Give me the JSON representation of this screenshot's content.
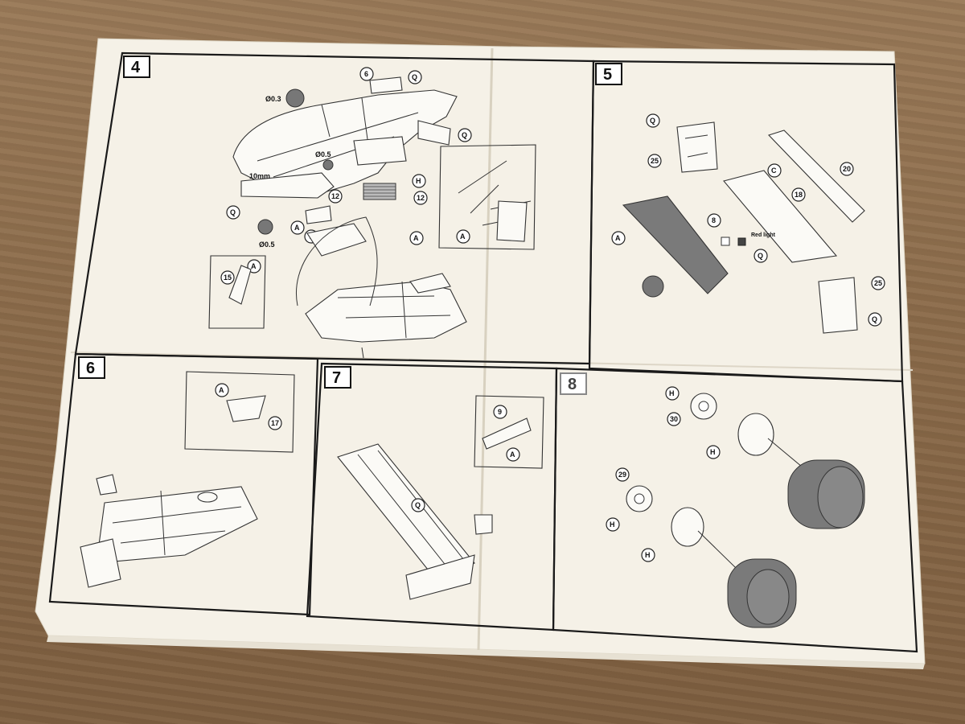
{
  "steps": [
    {
      "number": "4"
    },
    {
      "number": "5"
    },
    {
      "number": "6"
    },
    {
      "number": "7"
    },
    {
      "number": "8"
    }
  ],
  "step4": {
    "drill_a": "Ø0.3",
    "drill_b": "Ø0.5",
    "drill_c": "Ø0.5",
    "measure": "10mm",
    "callouts": [
      "6",
      "Q",
      "Q",
      "H",
      "12",
      "12",
      "Q",
      "A",
      "7",
      "A",
      "15",
      "A",
      "A"
    ]
  },
  "step5": {
    "callouts": [
      "Q",
      "25",
      "C",
      "18",
      "20",
      "8",
      "A",
      "Q",
      "25",
      "Q"
    ],
    "note": "Red light"
  },
  "step6": {
    "callouts": [
      "A",
      "17"
    ]
  },
  "step7": {
    "callouts": [
      "9",
      "A",
      "Q"
    ]
  },
  "step8": {
    "callouts": [
      "H",
      "30",
      "H",
      "29",
      "H",
      "H"
    ]
  },
  "colors": {
    "paper": "#f7f3ea",
    "ink": "#1a1a1a",
    "grey_part": "#7a7a7a"
  }
}
